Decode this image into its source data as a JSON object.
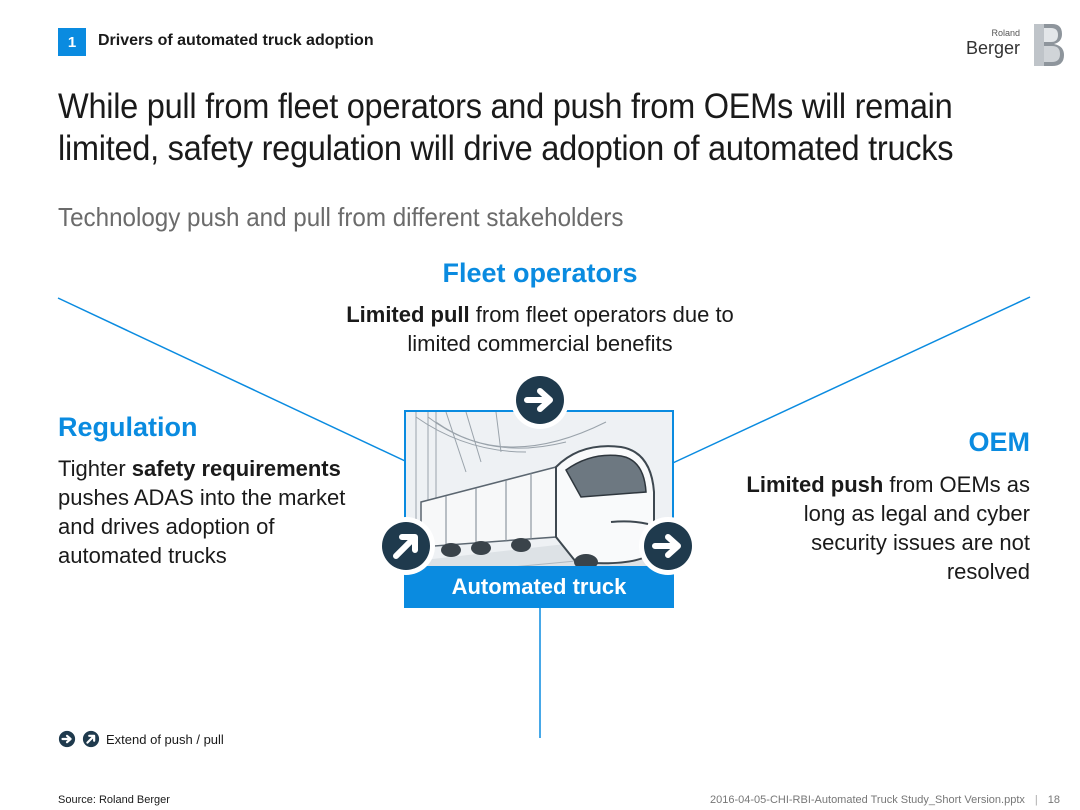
{
  "header": {
    "section_number": "1",
    "section_title": "Drivers of automated truck adoption",
    "logo_small": "Roland",
    "logo_big": "Berger"
  },
  "headline": "While pull from fleet operators and push from OEMs will remain limited, safety regulation will drive adoption of automated trucks",
  "subtitle": "Technology push and pull from different stakeholders",
  "fleet": {
    "title": "Fleet operators",
    "bold": "Limited pull",
    "text": " from fleet operators due to limited commercial benefits"
  },
  "regulation": {
    "title": "Regulation",
    "text_1": "Tighter ",
    "bold_1": "safety requirements",
    "text_2": " pushes ADAS into the market and drives adoption of automated trucks"
  },
  "oem": {
    "title": "OEM",
    "bold": "Limited push",
    "text": " from OEMs as long as legal and cyber security issues are not resolved"
  },
  "truck_caption": "Automated truck",
  "legend_text": "Extend of push / pull",
  "source": "Source: Roland Berger",
  "footer_file": "2016-04-05-CHI-RBI-Automated Truck Study_Short Version.pptx",
  "page_number": "18",
  "colors": {
    "accent": "#0A8BE0",
    "dark_icon": "#1f3a4d"
  },
  "icons": {
    "fleet_arrow": "arrow-right-circle-icon",
    "regulation_arrow": "arrow-up-right-circle-icon",
    "oem_arrow": "arrow-right-circle-icon"
  }
}
